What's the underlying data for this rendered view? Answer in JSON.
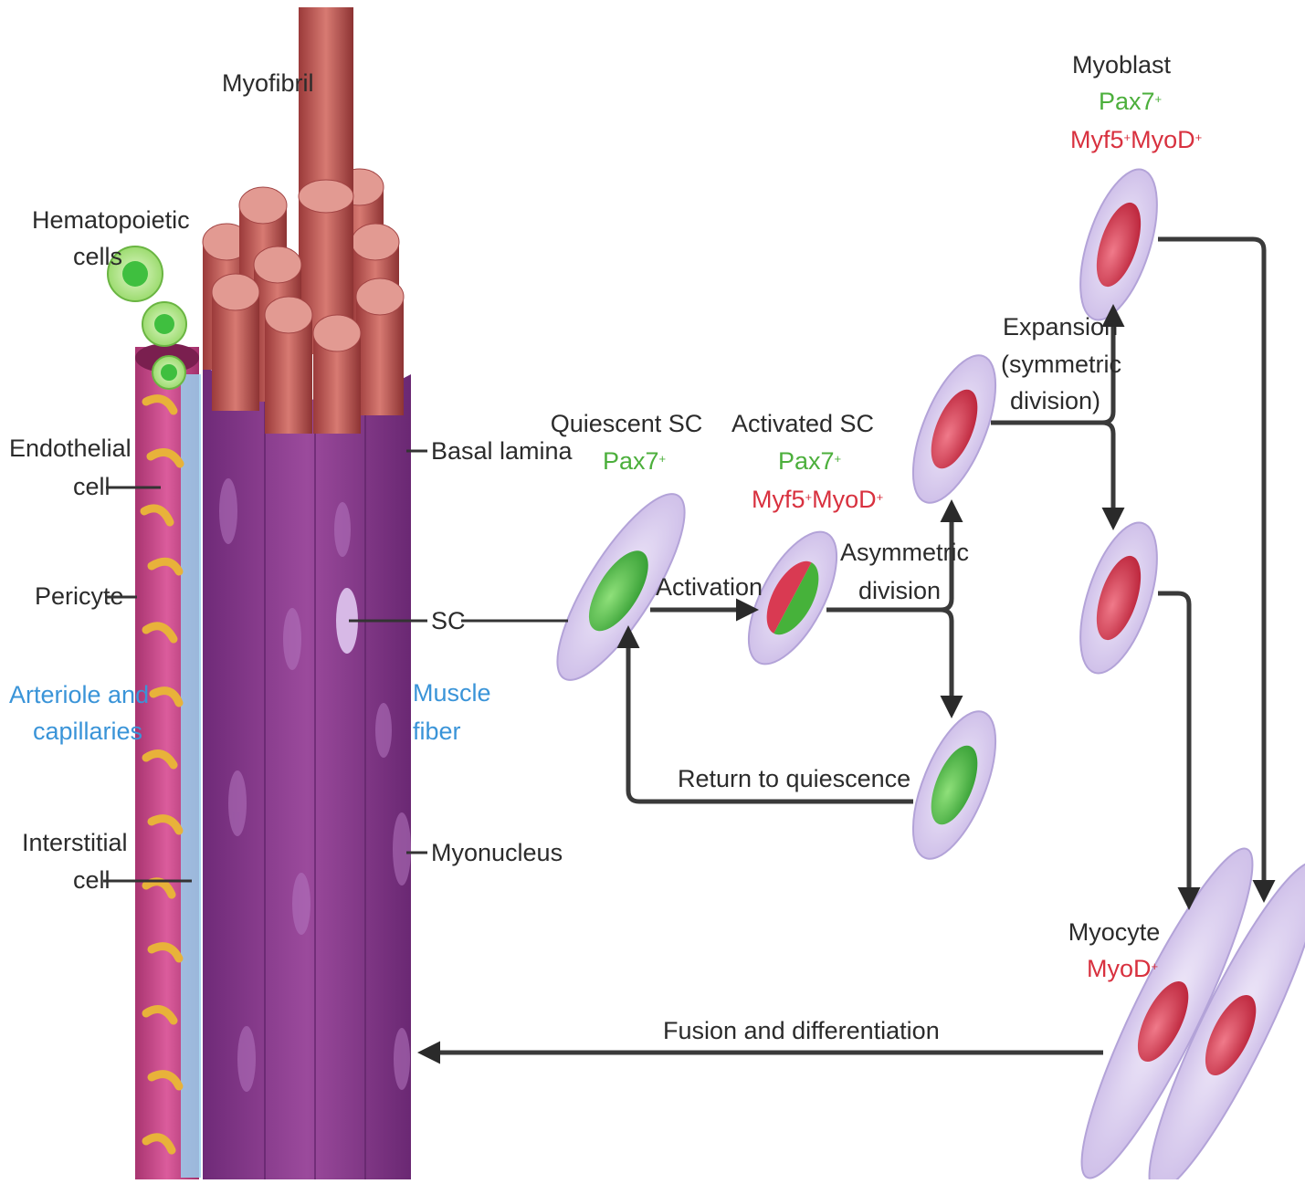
{
  "colors": {
    "marker_green": "#4caf3c",
    "marker_red": "#d8313f",
    "tissue_blue": "#3a94d8",
    "muscle_fiber": "#8e3d8e",
    "myofibril": "#c65b5b",
    "vessel": "#c94a87",
    "cell_membrane": "#d9cdee"
  },
  "left_labels": {
    "myofibril": "Myofibril",
    "hematopoietic_line1": "Hematopoietic",
    "hematopoietic_line2": "cells",
    "endothelial_line1": "Endothelial",
    "endothelial_line2": "cell",
    "pericyte": "Pericyte",
    "arteriole_line1": "Arteriole and",
    "arteriole_line2": "capillaries",
    "interstitial_line1": "Interstitial",
    "interstitial_line2": "cell",
    "basal_lamina": "Basal lamina",
    "sc": "SC",
    "muscle_fiber_line1": "Muscle",
    "muscle_fiber_line2": "fiber",
    "myonucleus": "Myonucleus"
  },
  "cells": {
    "quiescent": {
      "title": "Quiescent SC",
      "marker1": "Pax7",
      "marker1_sup": "+"
    },
    "activated": {
      "title": "Activated SC",
      "marker1": "Pax7",
      "marker1_sup": "+",
      "marker2a": "Myf5",
      "marker2a_sup": "+",
      "marker2b": "MyoD",
      "marker2b_sup": "+"
    },
    "myoblast": {
      "title": "Myoblast",
      "marker1": "Pax7",
      "marker1_sup": "+",
      "marker2a": "Myf5",
      "marker2a_sup": "+",
      "marker2b": "MyoD",
      "marker2b_sup": "+"
    },
    "myocyte": {
      "title": "Myocyte",
      "marker1": "MyoD",
      "marker1_sup": "+"
    }
  },
  "process_labels": {
    "activation": "Activation",
    "asymmetric_line1": "Asymmetric",
    "asymmetric_line2": "division",
    "expansion_line1": "Expansion",
    "expansion_line2": "(symmetric",
    "expansion_line3": "division)",
    "return": "Return to quiescence",
    "fusion": "Fusion and differentiation"
  }
}
